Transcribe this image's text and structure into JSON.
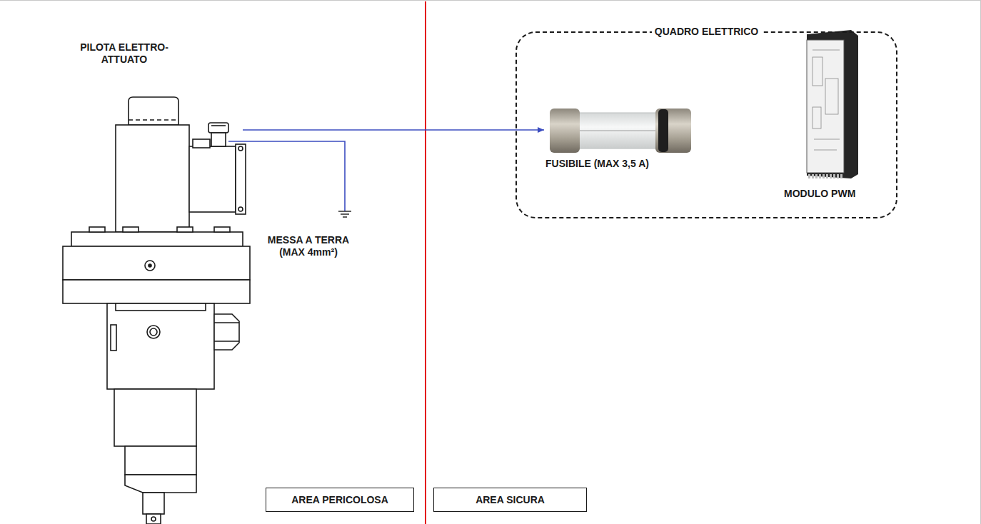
{
  "diagram": {
    "nodes": [
      {
        "text": [
          "PILOTA ELETTRO-ATTUATO"
        ]
      },
      {
        "text": [
          "QUADRO ELETTRICO"
        ]
      },
      {
        "text": [
          "FUSIBILE (MAX 3,5 A)"
        ],
        "in": 1
      },
      {
        "text": [
          "MODULO PWM"
        ],
        "in": 1
      },
      {
        "text": [
          "AREA PERICOLOSA"
        ]
      },
      {
        "text": [
          "AREA SICURA"
        ]
      }
    ],
    "edges": [
      {
        "from": 0,
        "to": 2,
        "arrow": "to"
      }
    ],
    "labels": [
      "MESSA A TERRA (MAX 4mm²)"
    ]
  }
}
